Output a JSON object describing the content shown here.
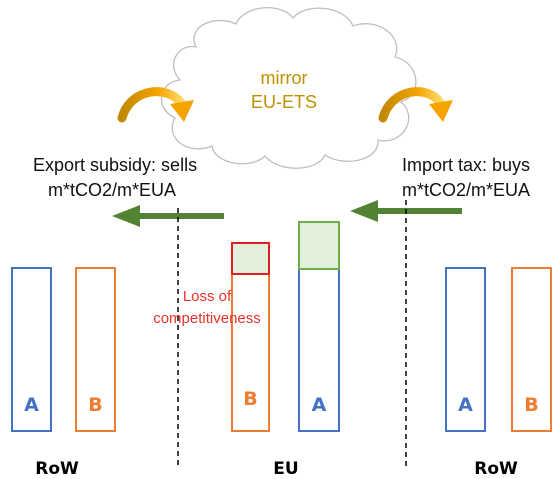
{
  "cloud": {
    "line1": "mirror",
    "line2": "EU-ETS"
  },
  "left_note": {
    "line1": "Export subsidy: sells",
    "line2": "m*tCO2/m*EUA"
  },
  "right_note": {
    "line1": "Import tax: buys",
    "line2": "m*tCO2/m*EUA"
  },
  "loss_note": {
    "line1": "Loss of",
    "line2": "competitiveness"
  },
  "bars": {
    "row_left_a": "A",
    "row_left_b": "B",
    "eu_b": "B",
    "eu_a": "A",
    "row_right_a": "A",
    "row_right_b": "B"
  },
  "regions": {
    "left": "RoW",
    "center": "EU",
    "right": "RoW"
  },
  "colors": {
    "product_a": "#4472c4",
    "product_b": "#ed7d31",
    "arrow_green": "#548235",
    "cloud_text": "#bf9000",
    "loss_text": "#e8332a",
    "box_red": "#e02020",
    "box_green": "#70ad47",
    "box_fill": "#e2efda",
    "curved_arrow": "#f4b183"
  }
}
